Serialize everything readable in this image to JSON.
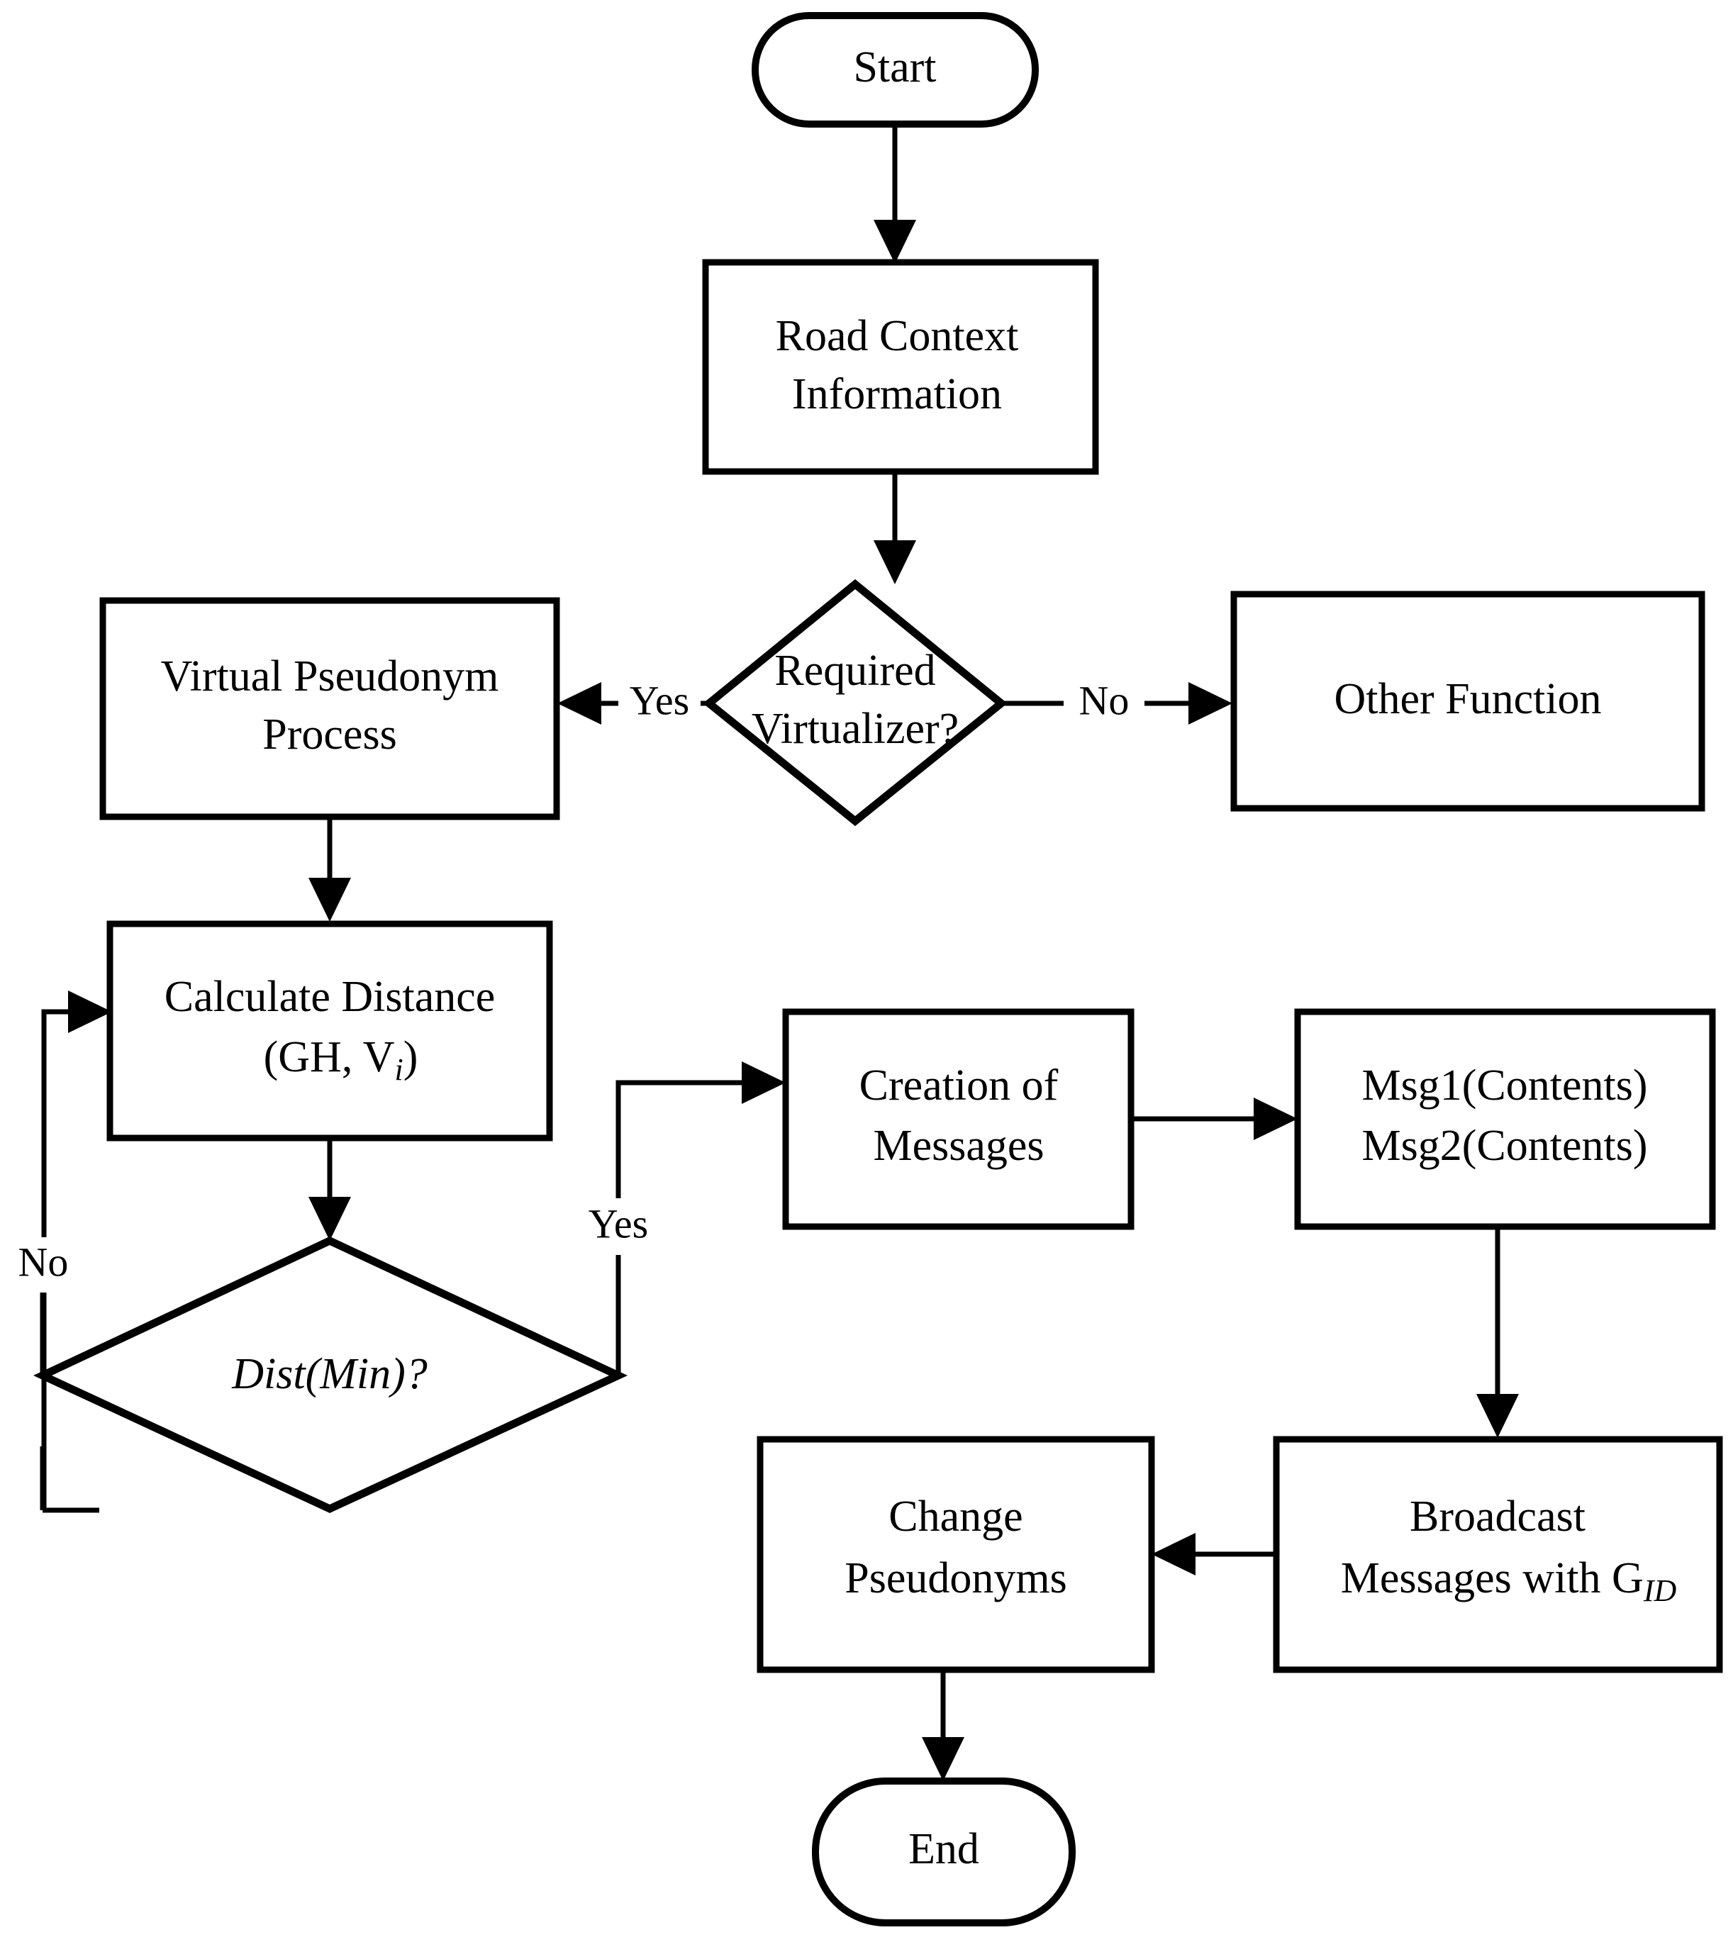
{
  "diagram": {
    "title": "Virtual Pseudonym Process Flowchart",
    "type": "flowchart",
    "background_color": "#ffffff",
    "line_color": "#000000",
    "text_color": "#000000"
  },
  "nodes": {
    "start": {
      "label": "Start",
      "shape": "terminator"
    },
    "road_context": {
      "line1": "Road Context",
      "line2": "Information",
      "shape": "process"
    },
    "required_virtualizer": {
      "line1": "Required",
      "line2": "Virtualizer?",
      "shape": "decision"
    },
    "virtual_pseudonym": {
      "line1": "Virtual Pseudonym",
      "line2": "Process",
      "shape": "process"
    },
    "other_function": {
      "label": "Other Function",
      "shape": "process"
    },
    "calculate_distance": {
      "line1": "Calculate Distance",
      "line2_prefix": "(GH, ",
      "line2_var": "V",
      "line2_sub": "i",
      "line2_suffix": ")",
      "shape": "process"
    },
    "dist_min": {
      "label": "Dist(Min)?",
      "shape": "decision",
      "italic": true
    },
    "creation_of_messages": {
      "line1": "Creation of",
      "line2": "Messages",
      "shape": "process"
    },
    "messages": {
      "line1": "Msg1(Contents)",
      "line2": "Msg2(Contents)",
      "shape": "process"
    },
    "broadcast": {
      "line1": "Broadcast",
      "line2_prefix": "Messages with ",
      "line2_var": "G",
      "line2_sub": "ID",
      "shape": "process"
    },
    "change_pseudonyms": {
      "line1": "Change",
      "line2": "Pseudonyms",
      "shape": "process"
    },
    "end": {
      "label": "End",
      "shape": "terminator"
    }
  },
  "edge_labels": {
    "virtualizer_yes": "Yes",
    "virtualizer_no": "No",
    "dist_no": "No",
    "dist_yes": "Yes"
  }
}
